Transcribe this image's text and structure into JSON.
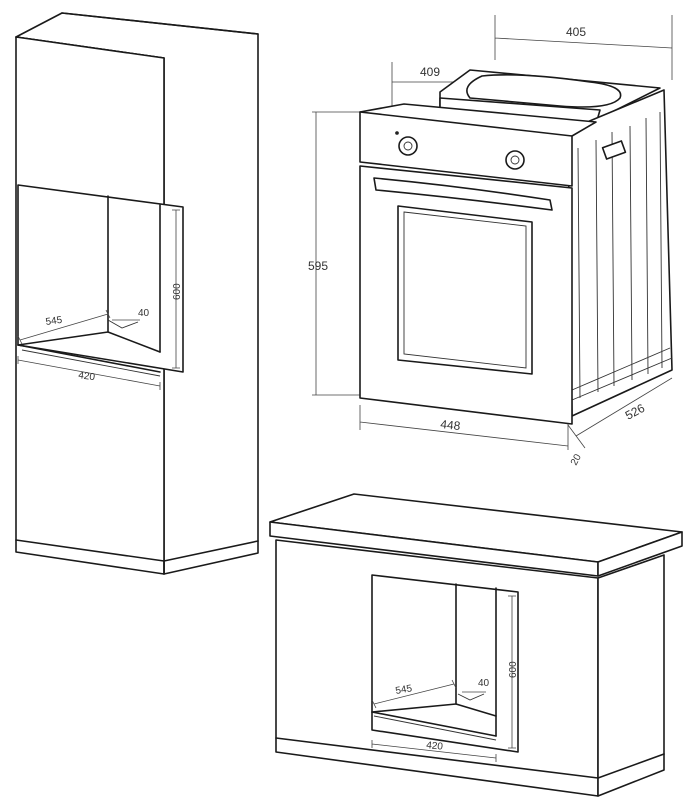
{
  "tall_cabinet": {
    "dims": {
      "depth": "545",
      "gap": "40",
      "height": "600",
      "width": "420"
    }
  },
  "oven": {
    "dims": {
      "top_width": "405",
      "panel_width": "409",
      "height": "595",
      "front_width": "448",
      "depth": "526",
      "panel_thickness": "20"
    }
  },
  "base_cabinet": {
    "dims": {
      "depth": "545",
      "gap": "40",
      "height": "600",
      "width": "420"
    }
  }
}
